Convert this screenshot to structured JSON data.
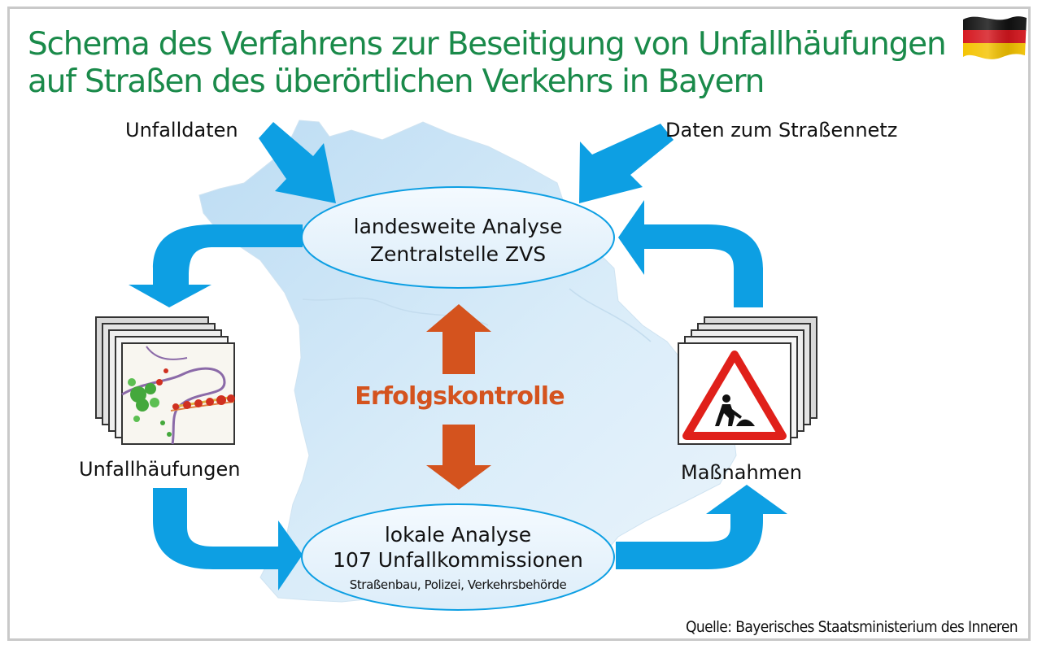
{
  "title": {
    "line1": "Schema des Verfahrens zur Beseitigung von Unfallhäufungen",
    "line2": "auf Straßen des überörtlichen Verkehrs in Bayern"
  },
  "inputs": {
    "left": "Unfalldaten",
    "right": "Daten zum Straßennetz"
  },
  "nodes": {
    "top": {
      "line1": "landesweite Analyse",
      "line2": "Zentralstelle ZVS"
    },
    "bottom": {
      "line1": "lokale Analyse",
      "line2": "107 Unfallkommissionen",
      "line3": "Straßenbau, Polizei, Verkehrsbehörde"
    },
    "left": "Unfallhäufungen",
    "right": "Maßnahmen"
  },
  "center_label": "Erfolgskontrolle",
  "source": "Quelle: Bayerisches Staatsministerium des Inneren",
  "colors": {
    "title": "#1a8a4a",
    "flow_arrow": "#0d9fe3",
    "control_arrow": "#d4531e",
    "map": "#cfe7f7",
    "ellipse": "#e8f4fc"
  },
  "icons": {
    "flag": "germany-flag-icon",
    "left_stack": "accident-map-icon",
    "right_stack": "roadworks-sign-icon"
  }
}
